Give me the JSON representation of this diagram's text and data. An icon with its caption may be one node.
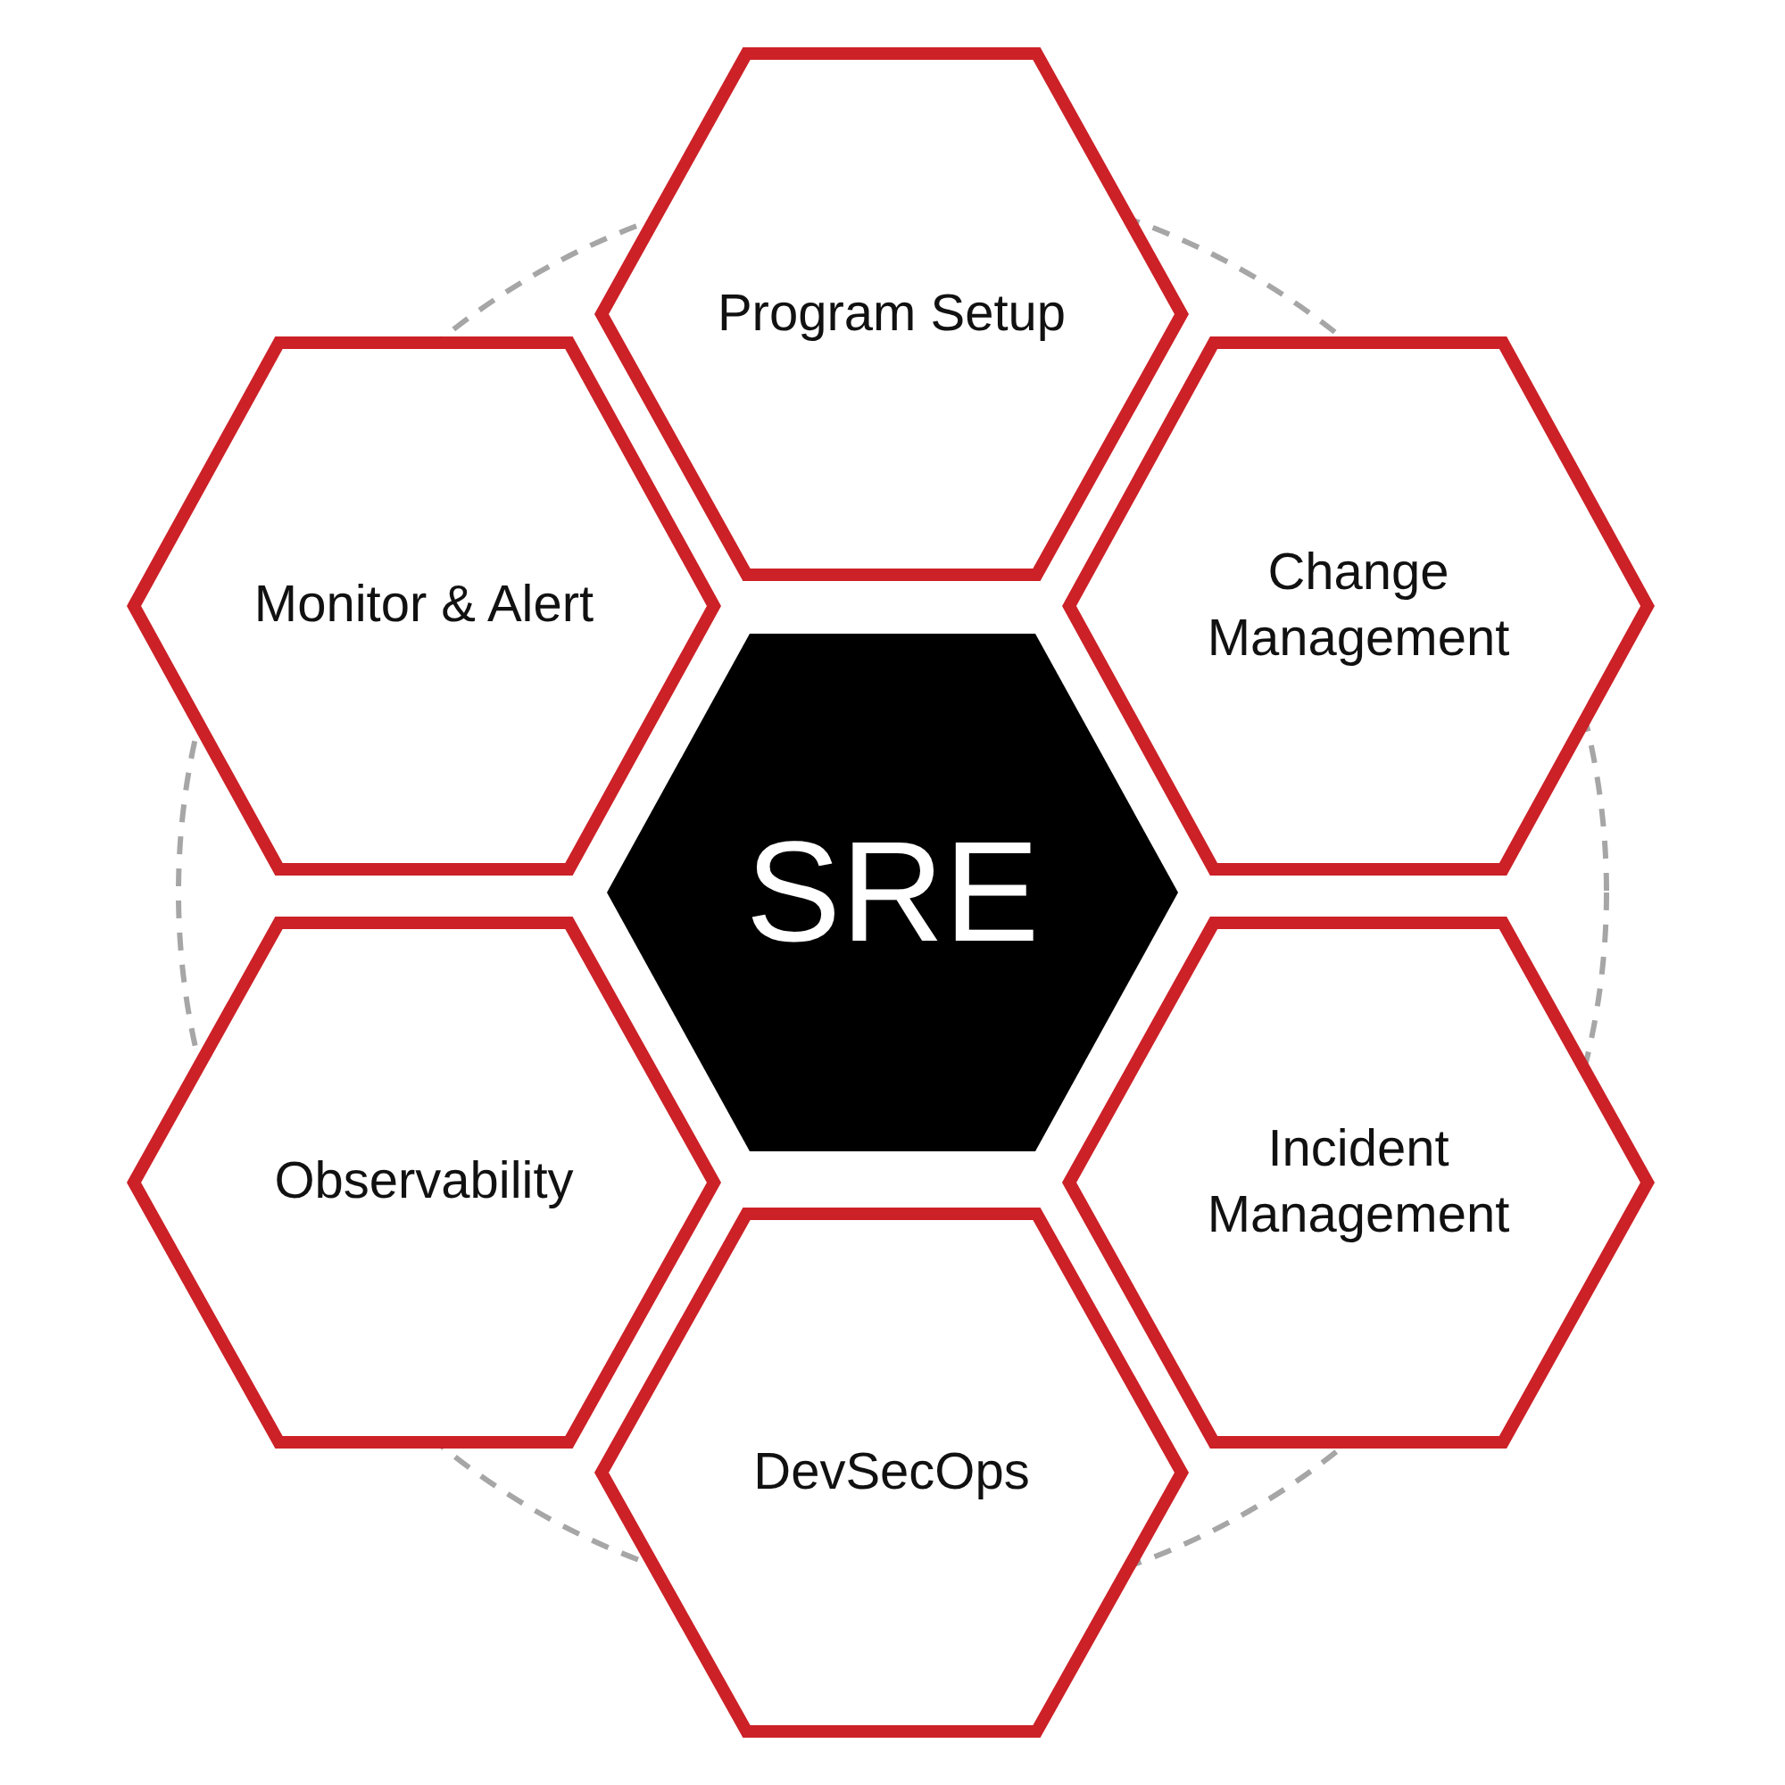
{
  "diagram": {
    "nodes": [
      {
        "text": [
          "SRE"
        ]
      },
      {
        "text": [
          "Program Setup"
        ]
      },
      {
        "text": [
          "Monitor & Alert"
        ]
      },
      {
        "text": [
          "Change Management"
        ]
      },
      {
        "text": [
          "Observability"
        ]
      },
      {
        "text": [
          "Incident Management"
        ]
      },
      {
        "text": [
          "DevSecOps"
        ]
      }
    ]
  }
}
